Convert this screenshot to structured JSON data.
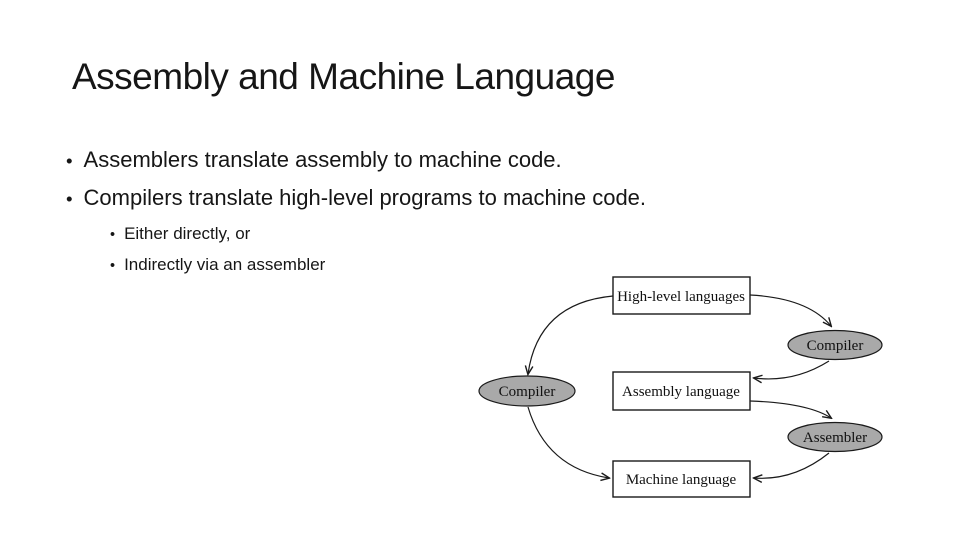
{
  "slide": {
    "title": "Assembly and Machine Language",
    "bullet_char": "•",
    "bullets": [
      {
        "level": 1,
        "text": "Assemblers translate assembly to machine code."
      },
      {
        "level": 1,
        "text": "Compilers translate high-level programs to machine code."
      },
      {
        "level": 2,
        "text": "Either directly, or"
      },
      {
        "level": 2,
        "text": "Indirectly via an assembler"
      }
    ]
  },
  "diagram": {
    "boxes": [
      {
        "id": "high-level-languages",
        "label": "High-level languages"
      },
      {
        "id": "assembly-language",
        "label": "Assembly language"
      },
      {
        "id": "machine-language",
        "label": "Machine language"
      }
    ],
    "ellipses": [
      {
        "id": "compiler-left",
        "label": "Compiler"
      },
      {
        "id": "compiler-right",
        "label": "Compiler"
      },
      {
        "id": "assembler",
        "label": "Assembler"
      }
    ],
    "colors": {
      "ellipse_fill": "#a9a9a9",
      "ellipse_stroke": "#1a1a1a",
      "box_fill": "#ffffff",
      "box_stroke": "#1a1a1a",
      "arrow": "#1a1a1a"
    }
  }
}
